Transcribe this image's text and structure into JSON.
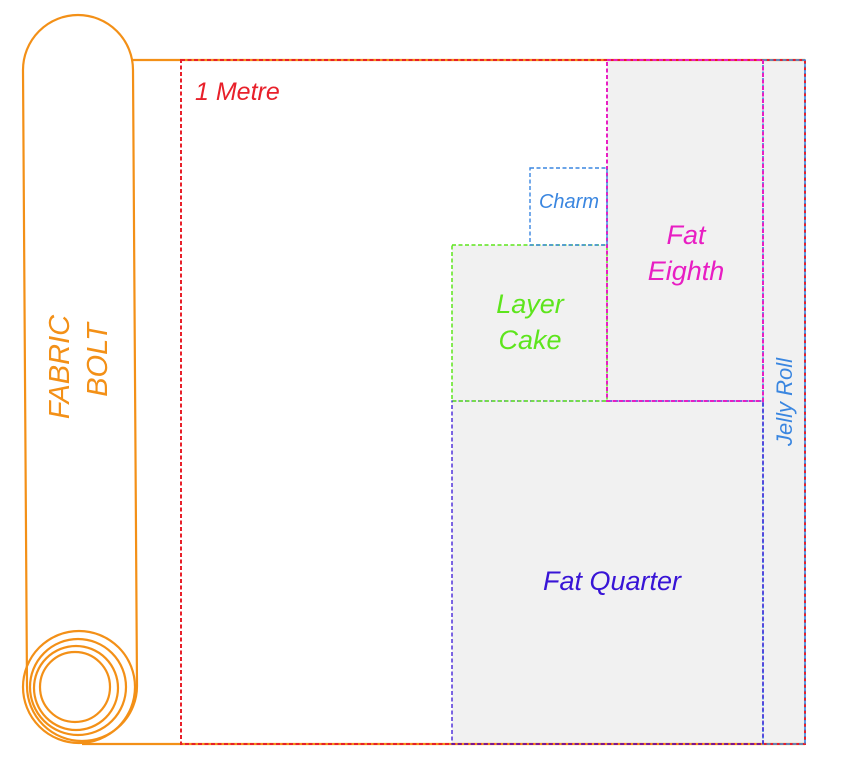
{
  "labels": {
    "bolt_line1": "FABRIC",
    "bolt_line2": "BOLT",
    "metre": "1 Metre",
    "charm": "Charm",
    "fat_eighth_line1": "Fat",
    "fat_eighth_line2": "Eighth",
    "layer_cake_line1": "Layer",
    "layer_cake_line2": "Cake",
    "fat_quarter": "Fat Quarter",
    "jelly_roll": "Jelly Roll"
  },
  "colors": {
    "bolt": "#f39017",
    "metre": "#e8202a",
    "charm": "#3a86e0",
    "fat_eighth": "#e81ec3",
    "layer_cake": "#5de51c",
    "fat_quarter": "#3814d6",
    "jelly_roll": "#3a86e0",
    "fill_grey": "#f1f1f1"
  }
}
